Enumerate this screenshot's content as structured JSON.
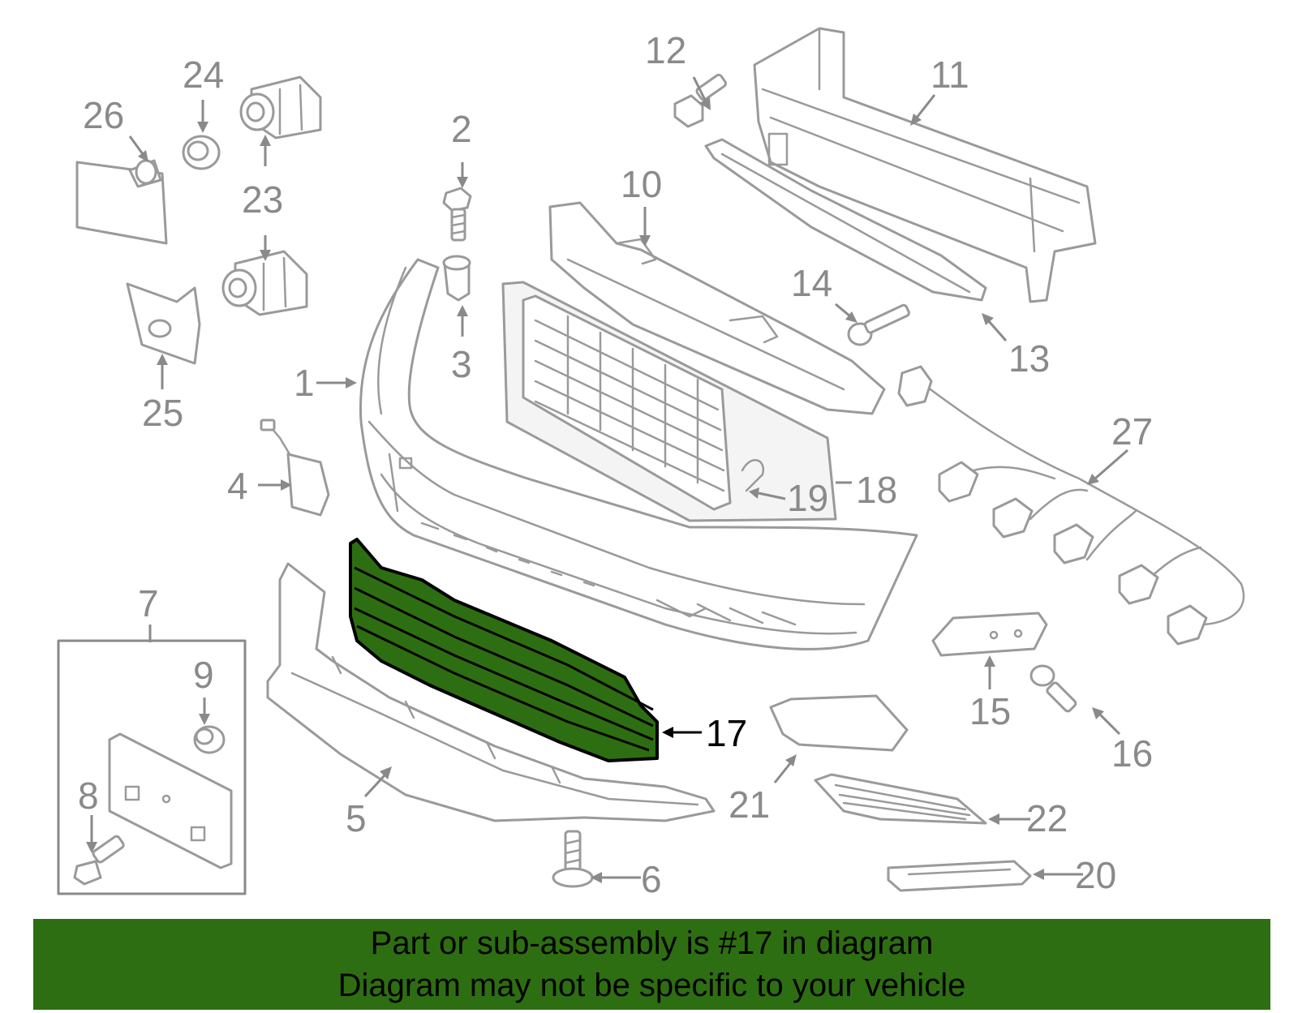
{
  "diagram": {
    "highlighted_part": "17",
    "highlight_color": "#2e6e12",
    "callouts": {
      "c1": "1",
      "c2": "2",
      "c3": "3",
      "c4": "4",
      "c5": "5",
      "c6": "6",
      "c7": "7",
      "c8": "8",
      "c9": "9",
      "c10": "10",
      "c11": "11",
      "c12": "12",
      "c13": "13",
      "c14": "14",
      "c15": "15",
      "c16": "16",
      "c17": "17",
      "c18": "18",
      "c19": "19",
      "c20": "20",
      "c21": "21",
      "c22": "22",
      "c23": "23",
      "c24": "24",
      "c25": "25",
      "c26": "26",
      "c27": "27"
    }
  },
  "banner": {
    "line1": "Part or sub-assembly is #17 in diagram",
    "line2": "Diagram may not be specific to your vehicle"
  }
}
